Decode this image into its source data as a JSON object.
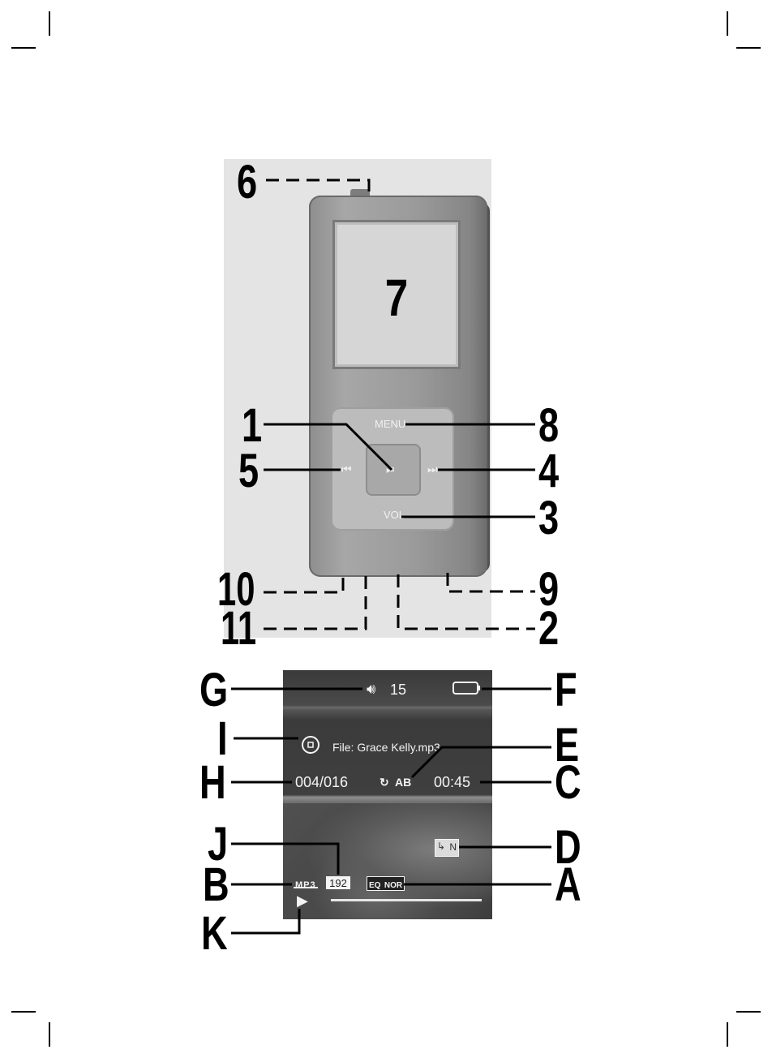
{
  "device": {
    "screen_label": "7",
    "menu_label": "MENU",
    "vol_label": "VOL",
    "prev_glyph": "⏮",
    "next_glyph": "⏭",
    "play_pause_glyph": "⏯"
  },
  "display": {
    "volume": "15",
    "file_name": "File: Grace Kelly.mp3",
    "track_counter": "004/016",
    "repeat_mode": "AB",
    "time": "00:45",
    "format": "MP3",
    "bitrate": "192",
    "eq_prefix": "EQ",
    "eq_mode": "NOR",
    "folder_mode": "N",
    "progress": 0.0
  },
  "callouts": {
    "c6": "6",
    "c1": "1",
    "c8": "8",
    "c5": "5",
    "c4": "4",
    "c3": "3",
    "c10": "10",
    "c9": "9",
    "c11": "11",
    "c2": "2",
    "cG": "G",
    "cF": "F",
    "cI": "I",
    "cE": "E",
    "cH": "H",
    "cC": "C",
    "cJ": "J",
    "cD": "D",
    "cB": "B",
    "cA": "A",
    "cK": "K"
  },
  "colors": {
    "background": "#ffffff",
    "device_body": "#9a9a9a",
    "screen": "#d6d6d6",
    "lcd_text": "#f4f4f4",
    "line": "#000000"
  }
}
